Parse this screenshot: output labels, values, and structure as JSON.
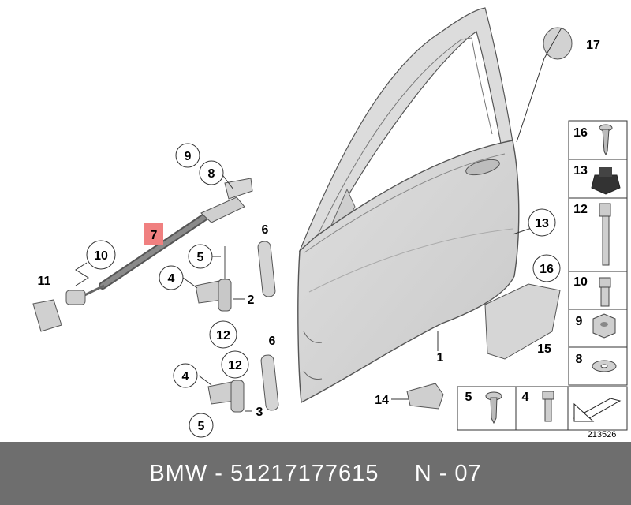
{
  "callouts": {
    "c1": "1",
    "c2": "2",
    "c3": "3",
    "c4a": "4",
    "c4b": "4",
    "c5a": "5",
    "c5b": "5",
    "c6a": "6",
    "c6b": "6",
    "c7": "7",
    "c8": "8",
    "c9": "9",
    "c10": "10",
    "c11": "11",
    "c12a": "12",
    "c12b": "12",
    "c13": "13",
    "c14": "14",
    "c15": "15",
    "c16": "16",
    "c17": "17"
  },
  "panel": {
    "p16": "16",
    "p13": "13",
    "p12": "12",
    "p10": "10",
    "p9": "9",
    "p8": "8",
    "p5": "5",
    "p4": "4"
  },
  "diagram_number": "213526",
  "footer": {
    "brand": "BMW",
    "part_number": "51217177615",
    "position": "N - 07"
  },
  "colors": {
    "highlight": "#f08080",
    "footer_bg": "#6e6e6e",
    "part_fill": "#d4d4d4"
  }
}
